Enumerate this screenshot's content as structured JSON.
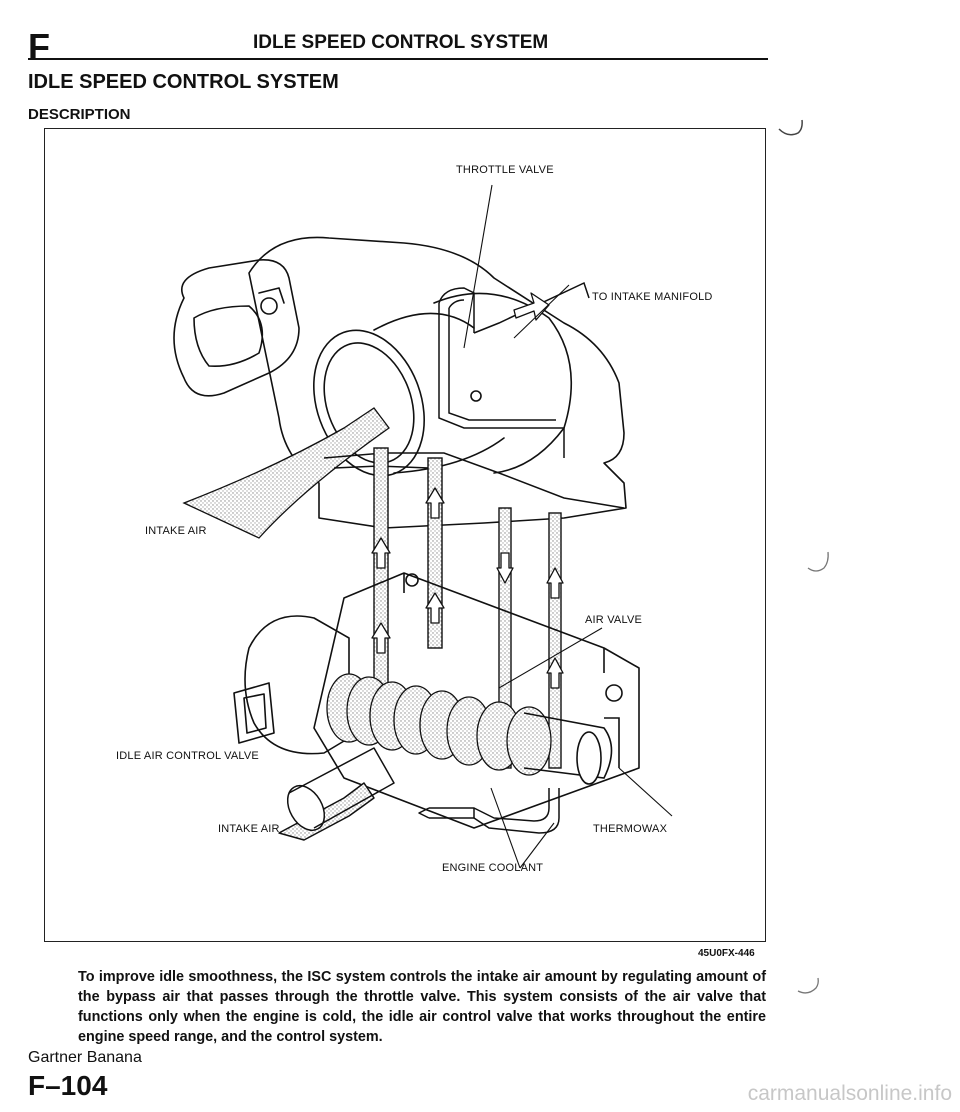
{
  "header": {
    "section_letter": "F",
    "title": "IDLE SPEED CONTROL SYSTEM"
  },
  "section_title": "IDLE SPEED CONTROL SYSTEM",
  "subsection_title": "DESCRIPTION",
  "figure": {
    "id": "45U0FX-446",
    "labels": {
      "throttle_valve": "THROTTLE VALVE",
      "to_intake_manifold": "TO INTAKE MANIFOLD",
      "intake_air_upper": "INTAKE AIR",
      "air_valve": "AIR VALVE",
      "idle_air_control_valve": "IDLE AIR CONTROL VALVE",
      "intake_air_lower": "INTAKE AIR",
      "thermowax": "THERMOWAX",
      "engine_coolant": "ENGINE COOLANT"
    }
  },
  "description_text": "To improve idle smoothness, the ISC system controls the intake air amount by regulating amount of the bypass air that passes through the throttle valve. This system consists of the air valve that functions only when the engine is cold, the idle air control valve that works throughout the entire engine speed range, and the control system.",
  "footer": {
    "name": "Gartner Banana",
    "page_number": "F–104"
  },
  "watermark": "carmanualsonline.info"
}
